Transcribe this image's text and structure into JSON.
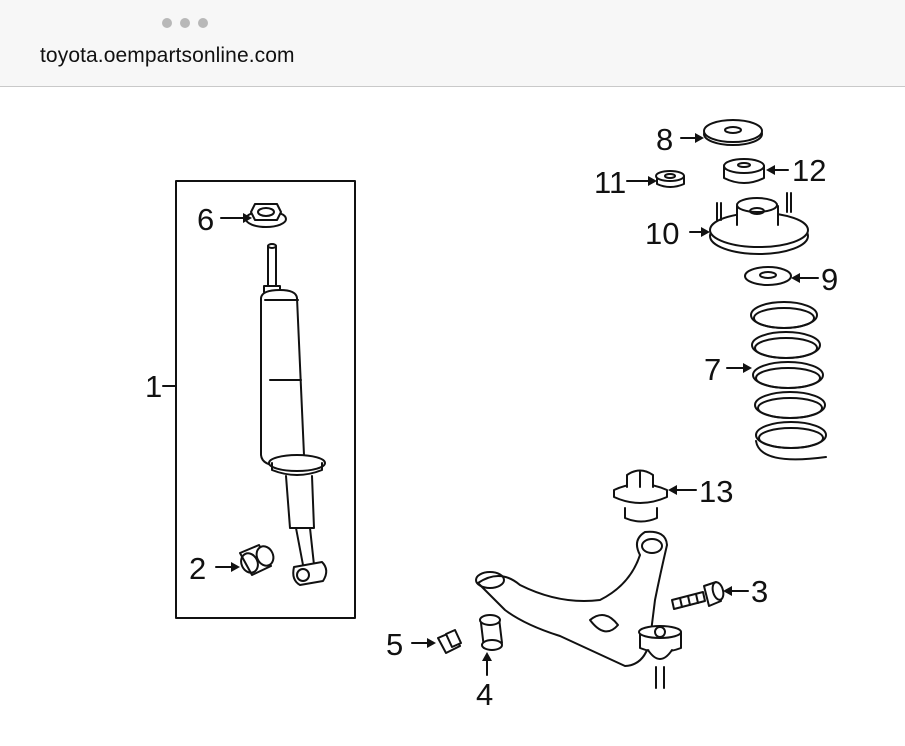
{
  "browser": {
    "url": "toyota.oempartsonline.com",
    "menu_icon": "more-dots-icon"
  },
  "diagram": {
    "callouts": [
      {
        "id": "1",
        "text": "1"
      },
      {
        "id": "2",
        "text": "2"
      },
      {
        "id": "3",
        "text": "3"
      },
      {
        "id": "4",
        "text": "4"
      },
      {
        "id": "5",
        "text": "5"
      },
      {
        "id": "6",
        "text": "6"
      },
      {
        "id": "7",
        "text": "7"
      },
      {
        "id": "8",
        "text": "8"
      },
      {
        "id": "9",
        "text": "9"
      },
      {
        "id": "10",
        "text": "10"
      },
      {
        "id": "11",
        "text": "11"
      },
      {
        "id": "12",
        "text": "12"
      },
      {
        "id": "13",
        "text": "13"
      }
    ]
  }
}
